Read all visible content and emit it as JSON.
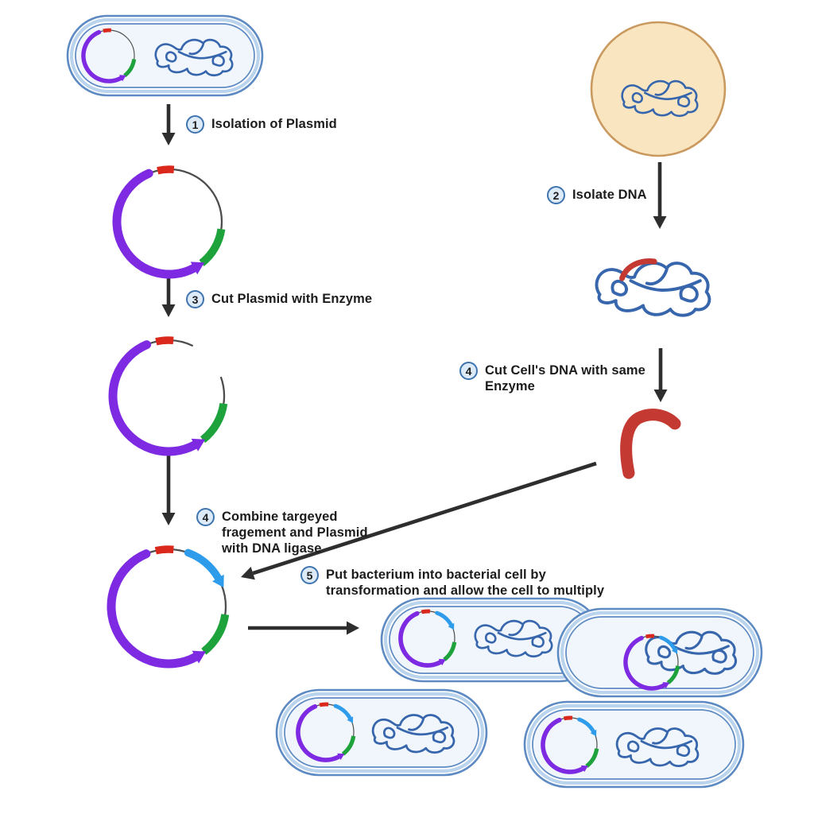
{
  "steps": [
    {
      "number": "1",
      "label": "Isolation of Plasmid"
    },
    {
      "number": "2",
      "label": "Isolate DNA"
    },
    {
      "number": "3",
      "label": "Cut Plasmid with Enzyme"
    },
    {
      "number": "4",
      "label": "Cut Cell's DNA with same\nEnzyme"
    },
    {
      "number": "4",
      "label": "Combine targeyed\nfragement and Plasmid\nwith DNA ligase"
    },
    {
      "number": "5",
      "label": "Put bacterium into bacterial cell by\ntransformation and allow the cell to multiply"
    }
  ],
  "colors": {
    "plasmid_purple": "#7d2ae2",
    "insert_blue": "#2e9ceb",
    "gene_green": "#1ea33c",
    "marker_red": "#da291c",
    "fragment_red": "#c43a32",
    "dna_blue": "#3766ad",
    "backbone_gray": "#4d4d4d",
    "membrane_blue": "#5d8ac3",
    "membrane_light": "#b9d4ec",
    "cytoplasm": "#f0f6fc",
    "cell_fill": "#fae5c1",
    "cell_border": "#c9995e",
    "arrow": "#2e2e2e",
    "badge_fill": "#ddeaf7",
    "badge_border": "#3f74ae",
    "text": "#1c1c1c"
  }
}
